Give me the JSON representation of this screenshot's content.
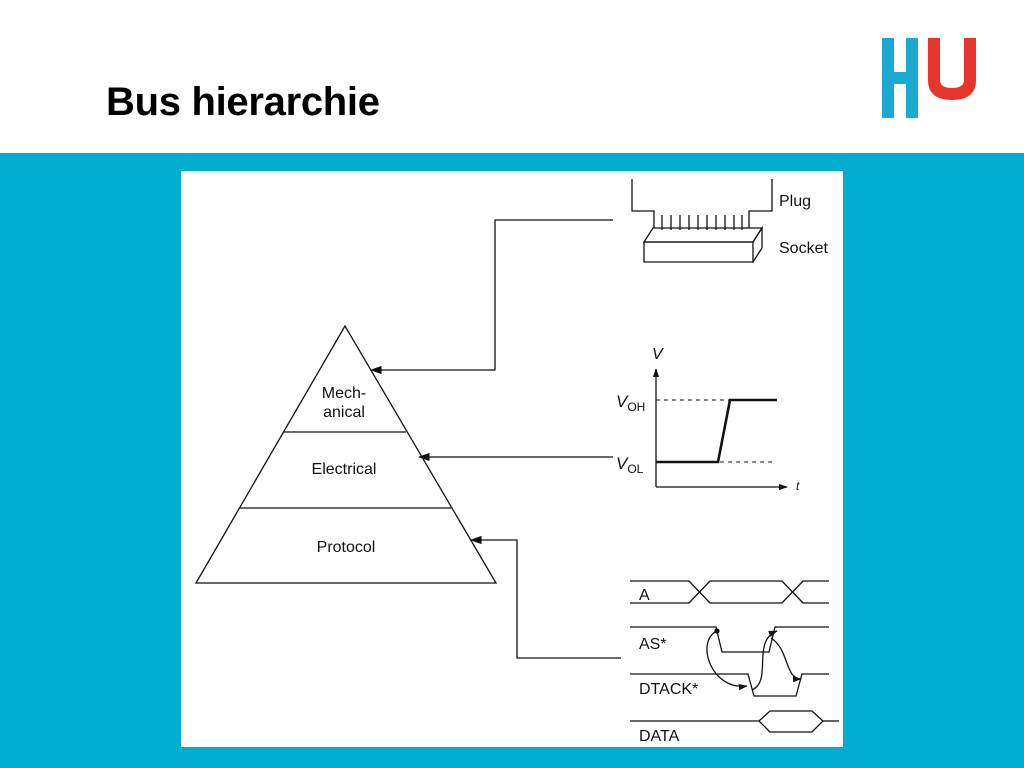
{
  "slide": {
    "title": "Bus hierarchie"
  },
  "colors": {
    "band": "#00acd0",
    "logo_blue": "#1ba9d1",
    "logo_red": "#e6352b",
    "line": "#111111"
  },
  "logo": {
    "text": "HU"
  },
  "pyramid": {
    "levels": [
      {
        "line1": "Mech-",
        "line2": "anical"
      },
      {
        "label": "Electrical"
      },
      {
        "label": "Protocol"
      }
    ]
  },
  "connector": {
    "plug": "Plug",
    "socket": "Socket"
  },
  "voltage_graph": {
    "v_label": "V",
    "voh": {
      "base": "V",
      "sub": "OH"
    },
    "vol": {
      "base": "V",
      "sub": "OL"
    },
    "t_label": "t"
  },
  "timing": {
    "signals": [
      "A",
      "AS*",
      "DTACK*",
      "DATA"
    ]
  }
}
